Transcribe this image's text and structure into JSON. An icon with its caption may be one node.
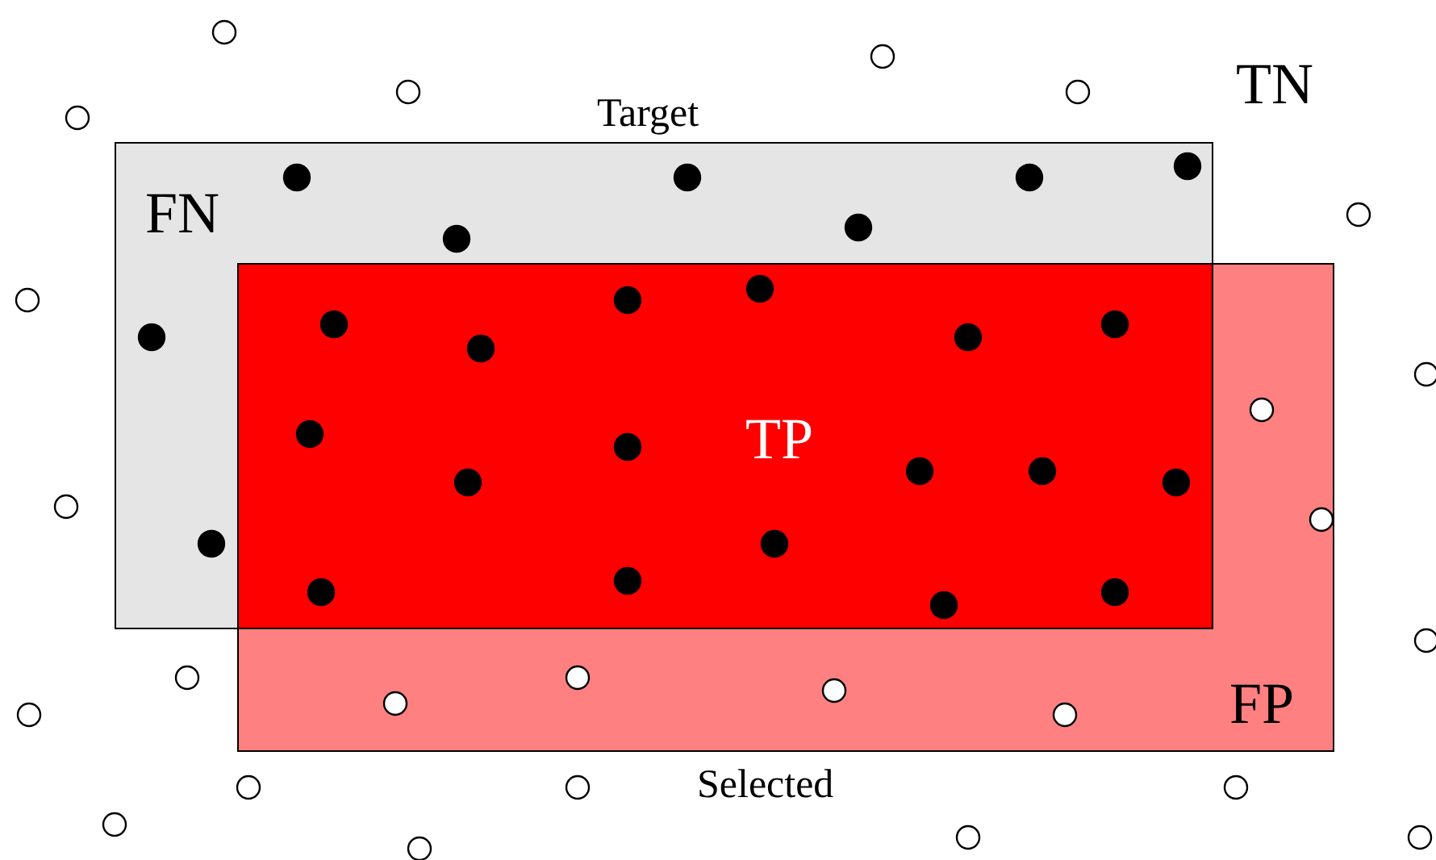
{
  "diagram": {
    "nodes": [
      {
        "text": [
          "Target",
          "FN"
        ]
      },
      {
        "text": [
          "Selected",
          "FP"
        ]
      },
      {
        "text": [
          "TP"
        ]
      }
    ],
    "labels": [
      "TN"
    ]
  }
}
